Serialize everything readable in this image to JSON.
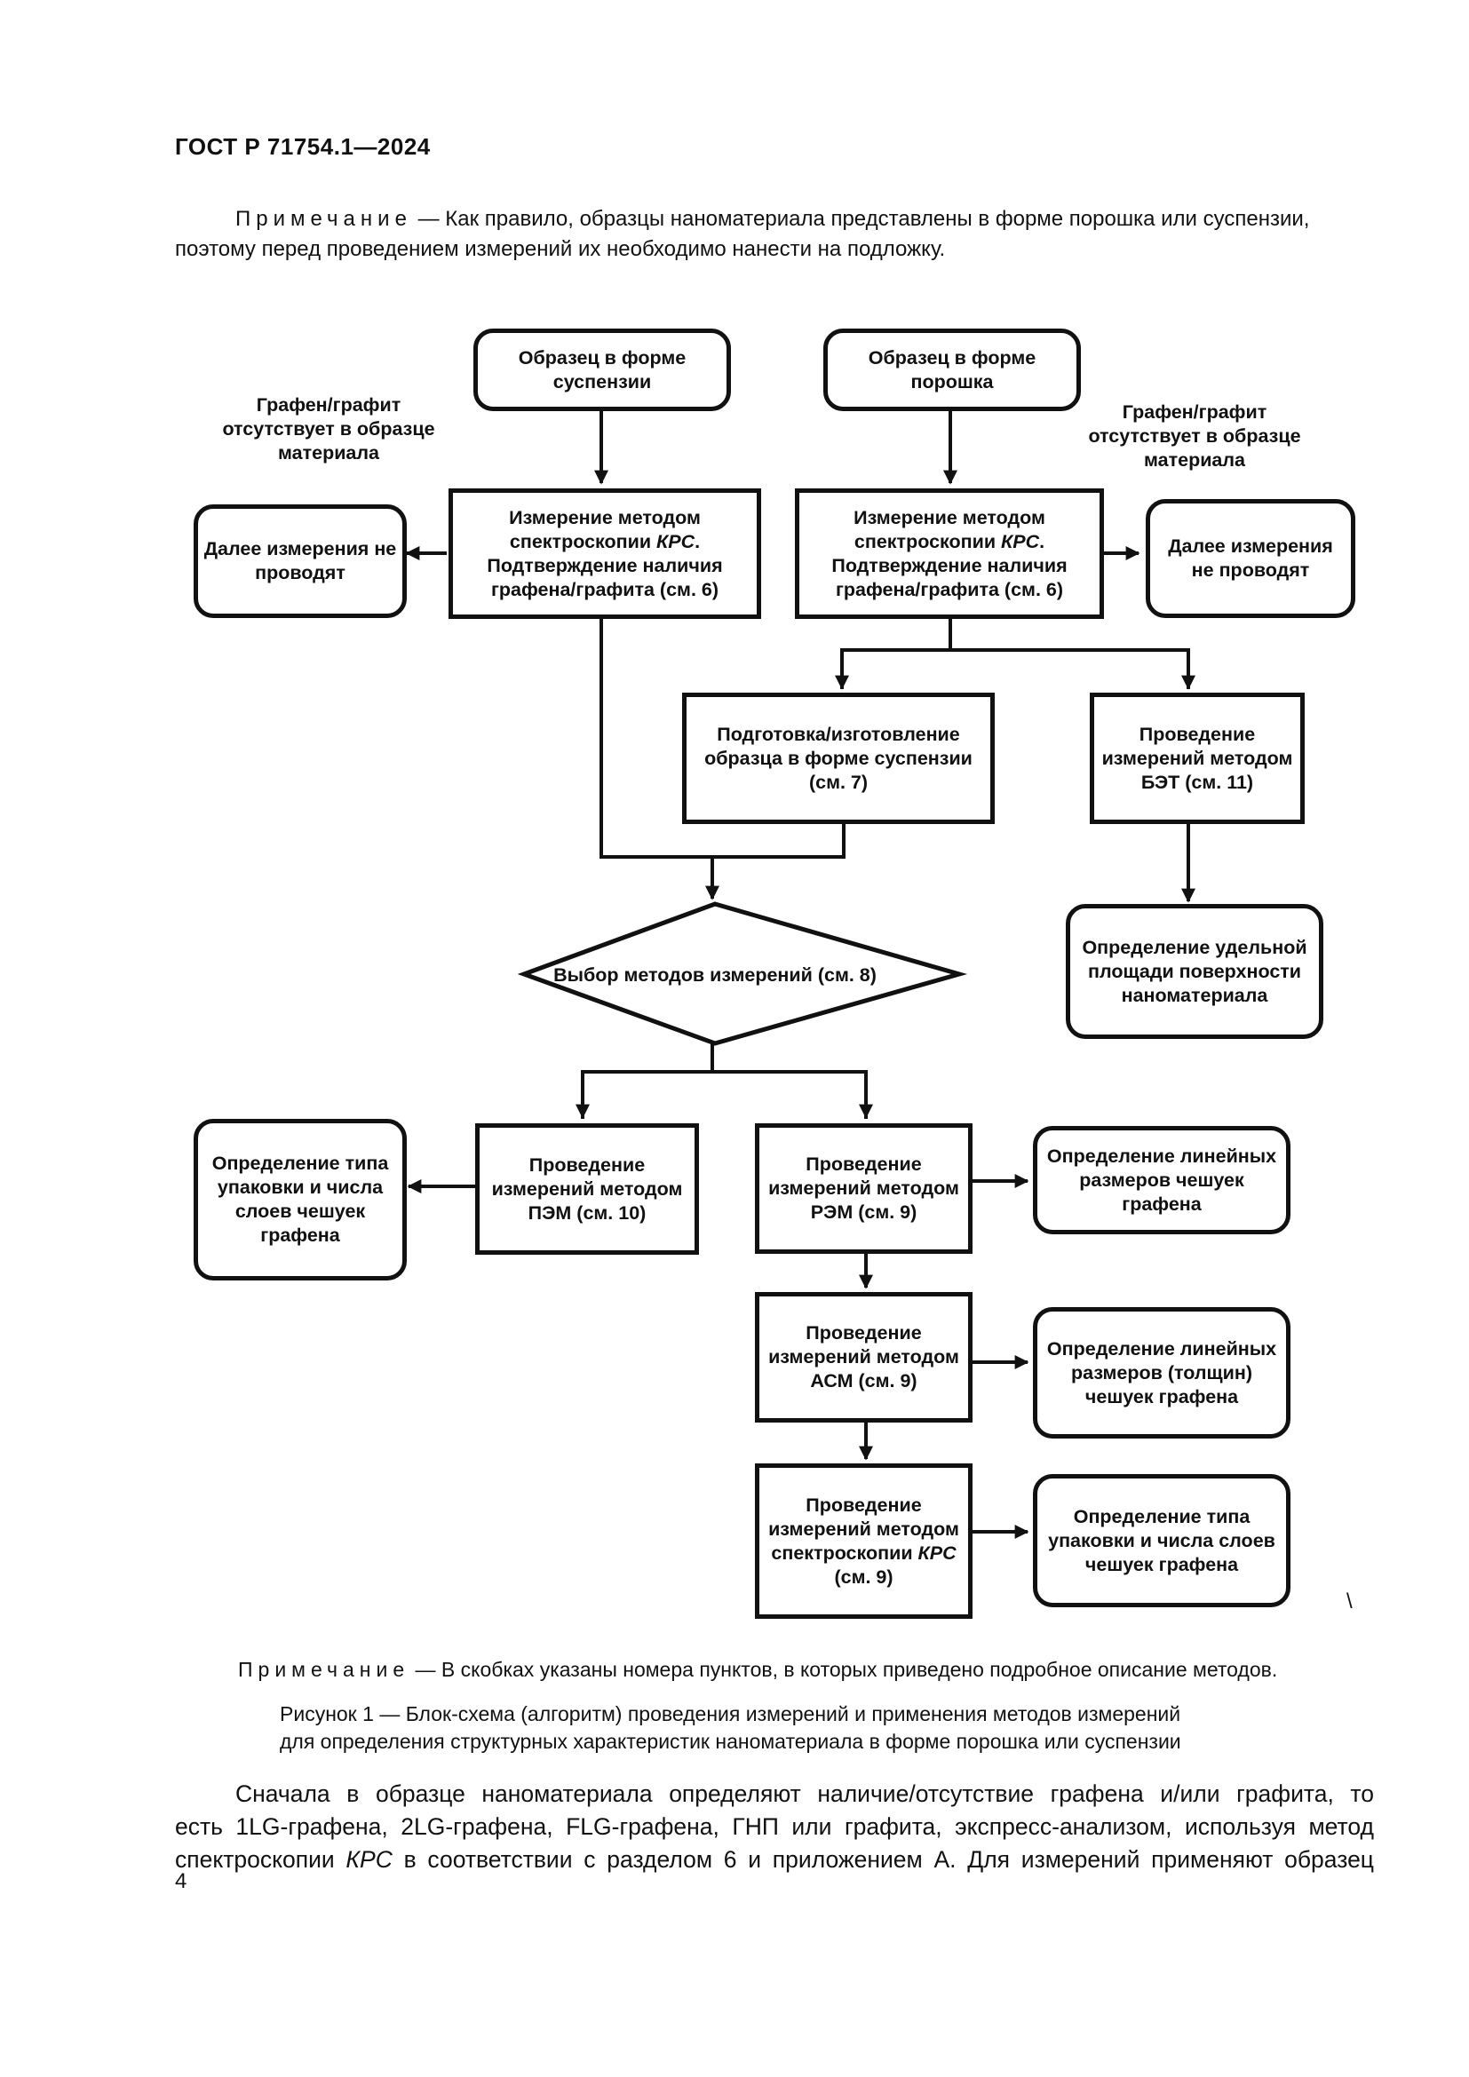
{
  "header": {
    "standard": "ГОСТ Р 71754.1—2024"
  },
  "note_top": {
    "label": "Примечание",
    "line1": "— Как правило, образцы наноматериала представлены в форме порошка или суспензии,",
    "line2": "поэтому перед проведением измерений их необходимо нанести на подложку."
  },
  "flowchart": {
    "suspension_sample": "Образец в форме суспензии",
    "powder_sample": "Образец в форме порошка",
    "absent_left": "Графен/графит отсутствует в образце материала",
    "absent_right": "Графен/графит отсутствует в образце материала",
    "raman_left": {
      "pre": "Измерение методом спектроскопии ",
      "em": "КРС",
      "post": ". Подтверждение наличия графена/графита (см. 6)"
    },
    "raman_right": {
      "pre": "Измерение методом спектроскопии ",
      "em": "КРС",
      "post": ". Подтверждение наличия графена/графита (см. 6)"
    },
    "no_further_left": "Далее измерения не проводят",
    "no_further_right": "Далее измерения не проводят",
    "preparation": "Подготовка/изготовление образца в форме суспензии (см. 7)",
    "bet": "Проведение измерений методом БЭТ (см. 11)",
    "surface_area": "Определение удельной площади поверхности наноматериала",
    "method_choice": "Выбор методов измерений (см. 8)",
    "tem": "Проведение измерений методом ПЭМ (см. 10)",
    "stacking_left": "Определение типа упаковки и числа слоев чешуек графена",
    "sem": "Проведение измерений методом РЭМ (см. 9)",
    "linear_sizes": "Определение линейных размеров чешуек графена",
    "afm": "Проведение измерений методом АСМ (см. 9)",
    "thickness": "Определение линейных размеров (толщин) чешуек графена",
    "raman_bottom": {
      "pre": "Проведение измерений методом спектроскопии ",
      "em": "КРС",
      "post": " (см. 9)"
    },
    "stacking_right": "Определение типа упаковки и числа слоев чешуек графена"
  },
  "stray_mark": "\\",
  "note_bottom": {
    "label": "Примечание",
    "text": "— В скобках указаны номера пунктов, в которых приведено подробное описание методов."
  },
  "figure_caption": {
    "line1": "Рисунок 1 — Блок-схема (алгоритм) проведения измерений и применения методов измерений",
    "line2": "для определения структурных характеристик наноматериала в форме порошка или суспензии"
  },
  "body_text": {
    "line1": "Сначала в образце наноматериала определяют наличие/отсутствие графена и/или графита, то",
    "line2": "есть 1LG-графена, 2LG-графена, FLG-графена, ГНП или графита, экспресс-анализом, используя метод",
    "line3_pre": "спектроскопии ",
    "line3_em": "КРС",
    "line3_post": " в соответствии с разделом 6 и приложением А. Для измерений применяют образец"
  },
  "page_number": "4"
}
